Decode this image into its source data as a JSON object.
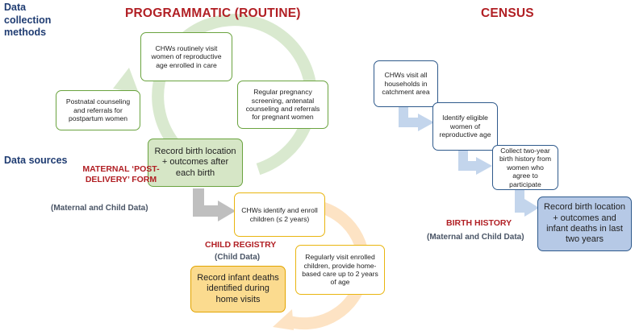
{
  "headers": {
    "data_collection_methods": "Data collection methods",
    "data_sources": "Data sources",
    "programmatic": "PROGRAMMATIC (ROUTINE)",
    "census": "CENSUS"
  },
  "maternal": {
    "box_visit": "CHWs routinely visit women of reproductive age enrolled in care",
    "box_pregnancy": "Regular pregnancy screening, antenatal counseling and referrals for pregnant women",
    "box_postnatal": "Postnatal counseling and referrals for postpartum women",
    "box_record": "Record birth location + outcomes after each birth",
    "form_label": "MATERNAL ‘POST-DELIVERY’ FORM",
    "form_sub": "(Maternal and Child Data)"
  },
  "child": {
    "box_enroll": "CHWs identify and enroll children (≤ 2 years)",
    "box_visit": "Regularly visit enrolled children, provide home-based care up to 2 years of age",
    "box_record": "Record infant deaths identified during home visits",
    "label": "CHILD REGISTRY",
    "sub": "(Child Data)"
  },
  "census": {
    "step1": "CHWs visit all households in catchment area",
    "step2": "Identify eligible women of reproductive age",
    "step3": "Collect two-year birth history from women who agree to participate",
    "step4": "Record birth location + outcomes and infant deaths in last two years",
    "label": "BIRTH HISTORY",
    "sub": "(Maternal and Child Data)"
  },
  "colors": {
    "green_cycle": "#d9e9cf",
    "orange_cycle": "#fde3c4",
    "gray_arrow": "#bfbfbf",
    "blue_arrow": "#c3d5ec",
    "red_text": "#b11f24",
    "navy_text": "#1f3c72"
  }
}
